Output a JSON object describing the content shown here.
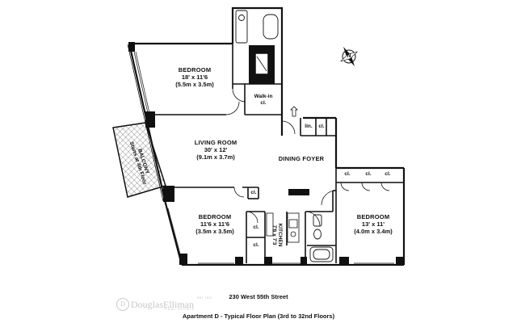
{
  "rooms": {
    "bedroom_top": {
      "name": "BEDROOM",
      "dim_ft": "18' x 11'6",
      "dim_m": "(5.5m x 3.5m)"
    },
    "walk_in": {
      "line1": "Walk-in",
      "line2": "cl."
    },
    "living_room": {
      "name": "LIVING ROOM",
      "dim_ft": "30' x 12'",
      "dim_m": "(9.1m x 3.7m)"
    },
    "dining_foyer": {
      "name": "DINING FOYER"
    },
    "balcony": {
      "line1": "BALCONY",
      "line2": "Starts at 4th Floor"
    },
    "bedroom_left": {
      "name": "BEDROOM",
      "dim_ft": "11'6 x 11'6",
      "dim_m": "(3.5m x 3.5m)"
    },
    "kitchen": {
      "name": "KITCHEN",
      "dim": "7'6 x 7'3"
    },
    "bedroom_right": {
      "name": "BEDROOM",
      "dim_ft": "13' x 11'",
      "dim_m": "(4.0m x 3.4m)"
    }
  },
  "closets": {
    "lin": "lin.",
    "cl": "cl."
  },
  "compass": {
    "letter": "N"
  },
  "caption": {
    "address": "230 West 55th Street",
    "plan_title": "Apartment D - Typical Floor Plan (3rd to 32nd Floors)"
  },
  "logo": {
    "brand": "DouglasElliman",
    "sub": "REAL ESTATE",
    "est": "EST. 1911"
  },
  "colors": {
    "wall": "#111111",
    "balcony_hatch": "#333333",
    "logo": "#c8c8c8"
  }
}
